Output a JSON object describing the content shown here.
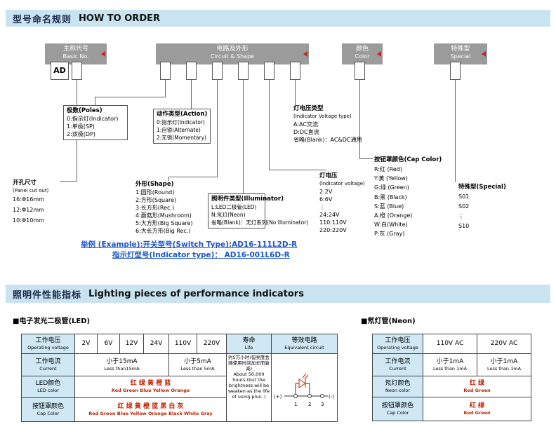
{
  "sections": {
    "how_to_order": {
      "title_zh": "型号命名规则",
      "title_en": "HOW TO ORDER"
    },
    "lighting": {
      "title_zh": "照明件性能指标",
      "title_en": "Lighting pieces of performance indicators"
    }
  },
  "colors": {
    "section_bar_bg": "#c9e3f0",
    "gray_header_bg": "#9b9b9b",
    "table_label_bg": "#cfe8f4",
    "accent_red": "#cc2200",
    "link_blue": "#1a56c4"
  },
  "diagram": {
    "basic_no": {
      "zh": "主称代号",
      "en": "Basic No.",
      "code": "AD"
    },
    "circuit_shape": {
      "zh": "电路及外形",
      "en": "Circuit & Shape"
    },
    "color": {
      "zh": "颜色",
      "en": "Color"
    },
    "special": {
      "zh": "特殊型",
      "en": "Special"
    },
    "poles": {
      "title": "极数(Poles)",
      "items": [
        "0:指示灯(Indicator)",
        "1:单极(SP)",
        "2:双极(DP)"
      ]
    },
    "action": {
      "title": "动作类型(Action)",
      "items": [
        "0:指示灯(Indicator)",
        "1:自锁(Alternate)",
        "2:无锁(Momentary)"
      ]
    },
    "voltage_type": {
      "title_zh": "灯电压类型",
      "title_en": "(Indicator Voltage type)",
      "items": [
        "A:AC交流",
        "D:DC直流",
        "省略(Blank)：AC&DC通用"
      ]
    },
    "shape": {
      "title": "外形(Shape)",
      "items": [
        "1:圆形(Round)",
        "2:方形(Square)",
        "3:长方形(Rec.)",
        "4:蘑菇形(Mushroom)",
        "5:大方形(Big Square)",
        "6:大长方形(Big Rec.)"
      ]
    },
    "illuminator": {
      "title": "照明件类型(Illuminator)",
      "items": [
        "L:LED二极管(LED)",
        "N:氖灯(Neon)",
        "省略(Blank)：无灯系列(No Illuminator)"
      ]
    },
    "indicator_voltage": {
      "title_zh": "灯电压",
      "title_en": "(Indicator voltage)",
      "items": [
        "2:2V",
        "6:6V",
        "⋮",
        "24:24V",
        "110:110V",
        "220:220V"
      ]
    },
    "panel_cutout": {
      "title_zh": "开孔尺寸",
      "title_en": "(Panel cut out)",
      "items": [
        "16:Φ16mm",
        "12:Φ12mm",
        "10:Φ10mm"
      ]
    },
    "cap_color": {
      "title": "按钮罩颜色(Cap Color)",
      "items": [
        "R:红 (Red)",
        "Y:黄 (Yellow)",
        "G:绿 (Green)",
        "B:黑 (Black)",
        "S:蓝 (Blue)",
        "A:橙 (Orange)",
        "W:白(White)",
        "P:灰 (Gray)"
      ]
    },
    "special_types": {
      "title": "特殊型(Special)",
      "items": [
        "S01",
        "S02",
        "⋮",
        "S10"
      ]
    },
    "example": {
      "line1": "举例 (Example):开关型号(Switch Type):AD16-111L2D-R",
      "line2": "指示灯型号(Indicator type)： AD16-001L6D-R"
    }
  },
  "led_table": {
    "section_label": "■电子发光二极管(LED)",
    "row_labels": {
      "voltage_zh": "工作电压",
      "voltage_en": "Operating voltage",
      "current_zh": "工作电流",
      "current_en": "Current",
      "led_color_zh": "LED颜色",
      "led_color_en": "LED color",
      "cap_color_zh": "按钮罩颜色",
      "cap_color_en": "Cap Color"
    },
    "col_headers": {
      "life_zh": "寿命",
      "life_en": "Life",
      "equiv_zh": "等效电路",
      "equiv_en": "Equivalent circuit"
    },
    "voltages": [
      "2V",
      "6V",
      "12V",
      "24V",
      "110V",
      "220V"
    ],
    "current_low_zh": "小于15mA",
    "current_low_en": "Less than15mA",
    "current_high_zh": "小于5mA",
    "current_high_en": "Less than 5mA",
    "led_colors_zh": "红  绿  黄  橙  蓝",
    "led_colors_en": "Red  Green Blue Yellow Orange",
    "cap_colors_zh": "红 绿 黄 橙 蓝 黑 白 灰",
    "cap_colors_en": "Red  Green Blue Yellow Orange Black White Gray",
    "life_note_zh": "约5万小时(但亮度会随使用时间加长而衰减)",
    "life_note_en": "About 50,000 hours (but the brightness will be weaken as the life of using plus. )",
    "circuit_labels": {
      "plus": "(+)",
      "minus": "(-)",
      "n1": "1",
      "n2": "2",
      "n3": "3"
    }
  },
  "neon_table": {
    "section_label": "■氖灯管(Neon)",
    "row_labels": {
      "voltage_zh": "工作电压",
      "voltage_en": "Operating voltage",
      "current_zh": "工作电流",
      "current_en": "Current",
      "neon_color_zh": "氖灯颜色",
      "neon_color_en": "Neon color",
      "cap_color_zh": "按钮罩颜色",
      "cap_color_en": "Cap Color"
    },
    "voltages": [
      "110V AC",
      "220V AC"
    ],
    "current_zh": "小于1mA",
    "current_en": "Less than 1mA",
    "neon_colors_zh": "红  绿",
    "neon_colors_en": "Red  Green",
    "cap_colors_zh": "红  绿",
    "cap_colors_en": "Red  Green"
  }
}
